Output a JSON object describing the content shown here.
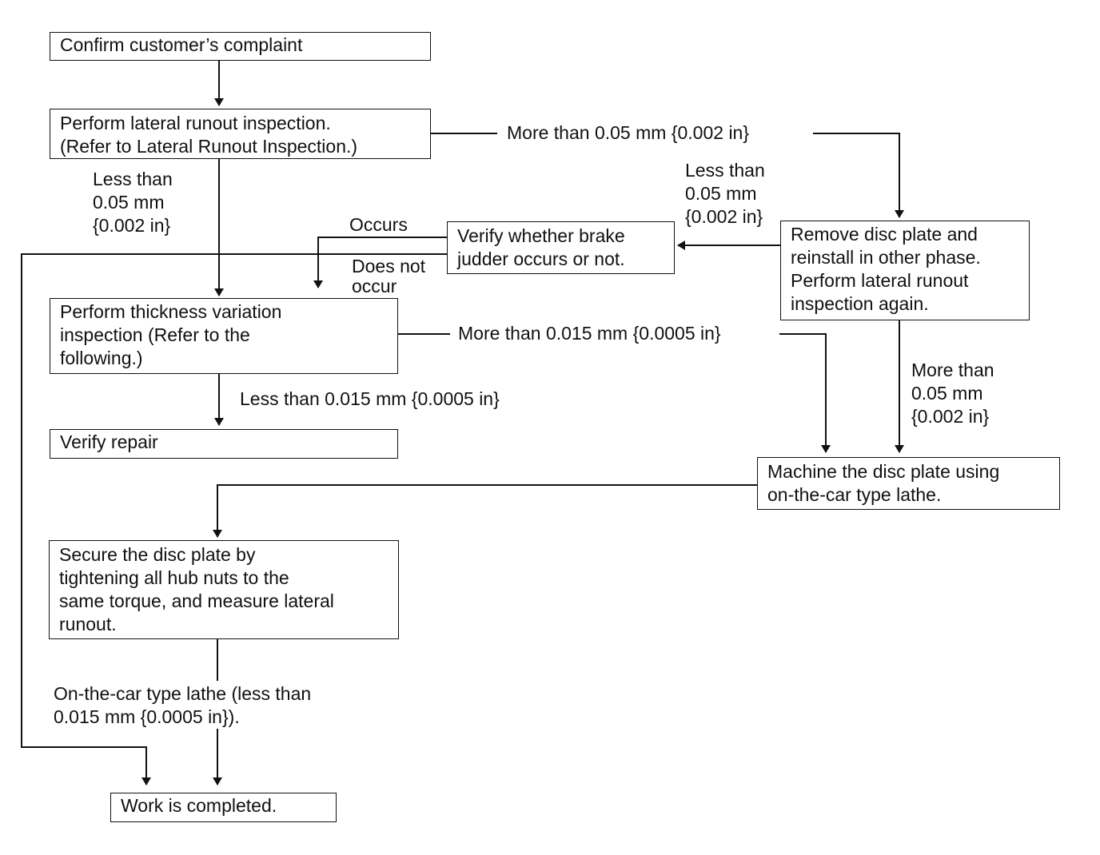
{
  "boxes": {
    "confirm": [
      "Confirm customer’s complaint"
    ],
    "lateral": [
      "Perform lateral runout inspection.",
      "(Refer to Lateral Runout Inspection.)"
    ],
    "verify_judder": [
      "Verify whether brake",
      "judder occurs or not."
    ],
    "remove": [
      "Remove disc plate and",
      "reinstall in other phase.",
      "Perform lateral runout",
      "inspection again."
    ],
    "thickness": [
      "Perform thickness variation",
      "inspection (Refer to the",
      "following.)"
    ],
    "verify_repair": [
      "Verify repair"
    ],
    "machine": [
      "Machine the disc plate using",
      "on-the-car type lathe."
    ],
    "secure": [
      "Secure the disc plate by",
      "tightening all hub nuts to the",
      "same torque, and measure lateral",
      "runout."
    ],
    "completed": [
      "Work is completed."
    ]
  },
  "labels": {
    "more_005_top": "More than 0.05 mm {0.002 in}",
    "less_005_left": [
      "Less than",
      "0.05 mm",
      "{0.002 in}"
    ],
    "less_005_right": [
      "Less than",
      "0.05 mm",
      "{0.002 in}"
    ],
    "occurs": "Occurs",
    "does_not_occur": [
      "Does not",
      "occur"
    ],
    "more_0015": "More than 0.015 mm {0.0005 in}",
    "less_0015": "Less than 0.015 mm {0.0005 in}",
    "more_005_right": [
      "More than",
      "0.05 mm",
      "{0.002 in}"
    ],
    "lathe_note": [
      "On-the-car type lathe (less than",
      "0.015 mm {0.0005 in})."
    ]
  }
}
